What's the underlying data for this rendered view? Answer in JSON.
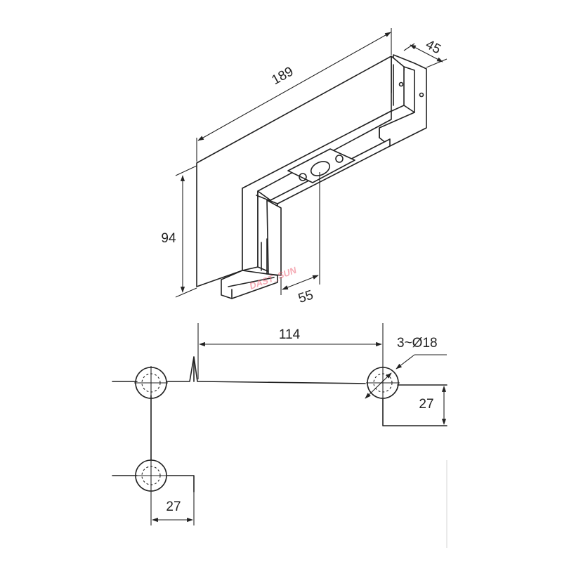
{
  "dimensions": {
    "length_top": "189",
    "depth": "45",
    "height": "94",
    "hole_offset": "55",
    "hole_spacing": "114",
    "hole_spec": "3~Ø18",
    "offset_right": "27",
    "offset_bottom": "27"
  },
  "watermark": "DAST_SUN"
}
